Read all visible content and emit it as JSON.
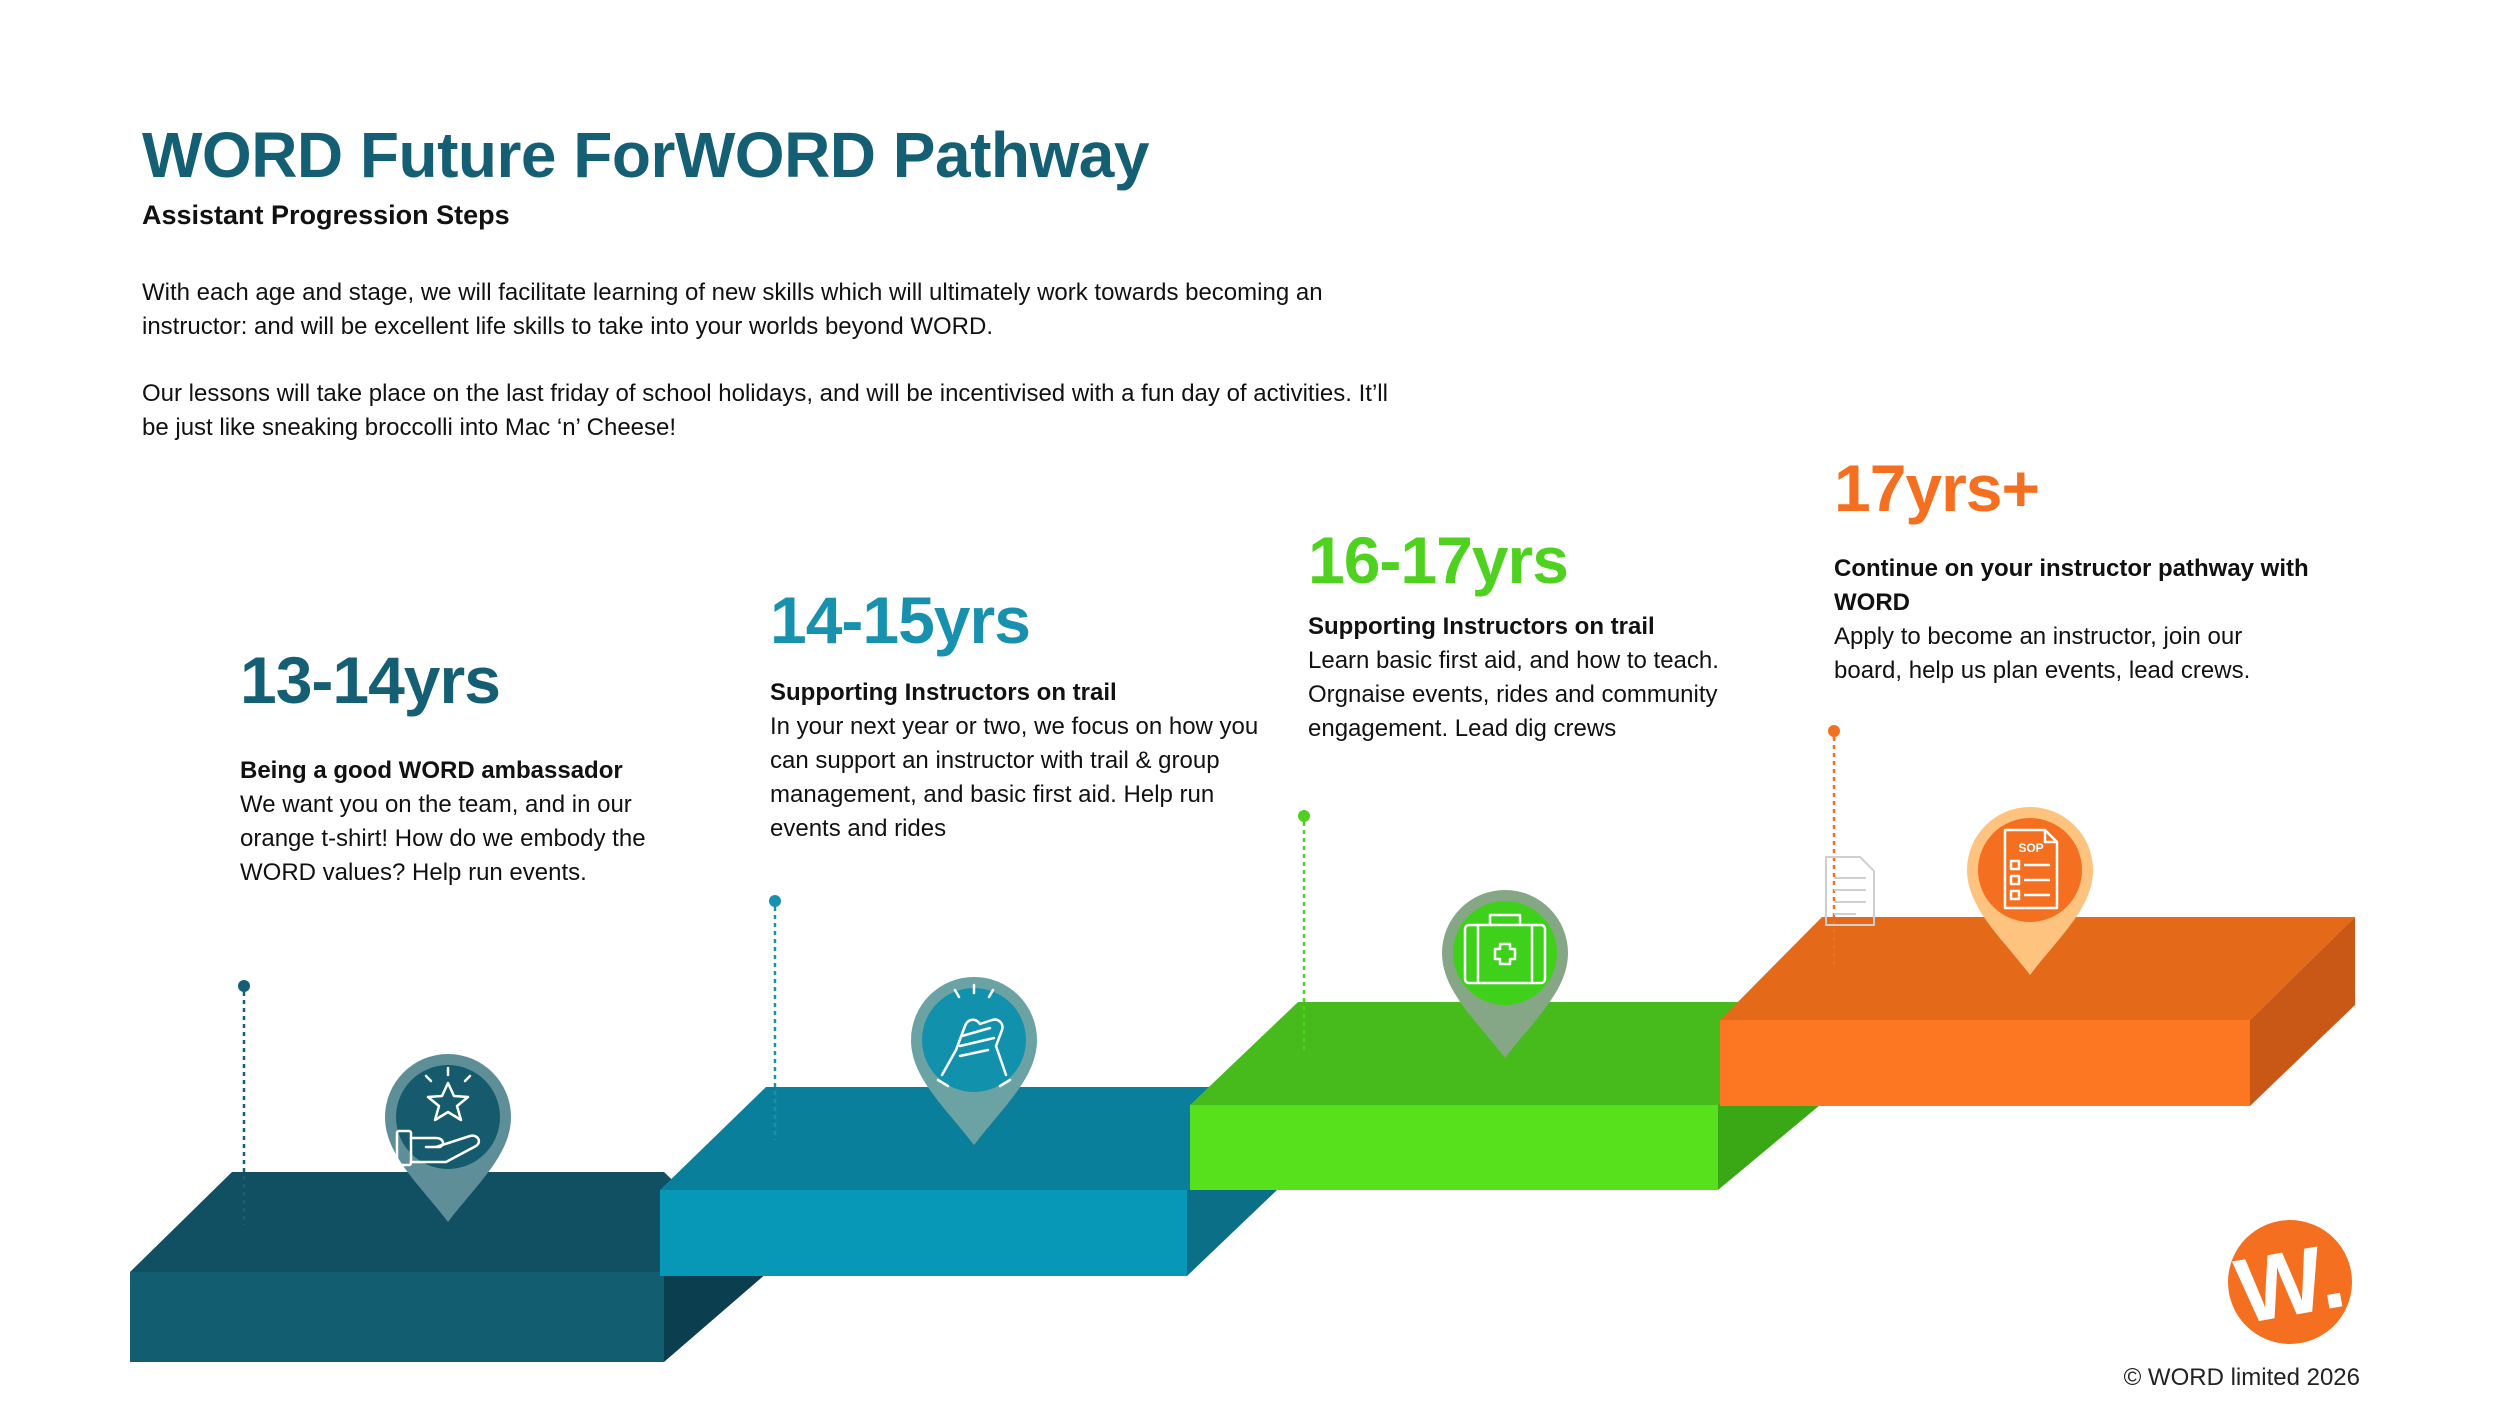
{
  "header": {
    "title": "WORD Future ForWORD Pathway",
    "subtitle": "Assistant Progression Steps",
    "intro_1": "With each age and stage, we will facilitate learning of new skills which will ultimately work towards becoming an instructor: and will be excellent life skills to take into your worlds beyond WORD.",
    "intro_2": "Our lessons will take place on the last friday of school holidays, and will be incentivised with a fun day of activities. It’ll be just like sneaking broccolli into Mac ‘n’ Cheese!"
  },
  "steps": [
    {
      "age": "13-14yrs",
      "heading": "Being a good WORD ambassador",
      "body": "We want you on the team, and in our orange t-shirt! How do we embody the WORD values? Help run events.",
      "color": "#145f73",
      "icon": "hand-star-icon"
    },
    {
      "age": "14-15yrs",
      "heading": "Supporting Instructors on trail",
      "body": "In your next year or two, we focus on how you can support an instructor with trail & group management, and basic first aid. Help run events and rides",
      "color": "#1791ae",
      "icon": "handshake-icon"
    },
    {
      "age": "16-17yrs",
      "heading": "Supporting Instructors on trail",
      "body": "Learn basic first aid, and how to teach. Orgnaise events, rides and community engagement. Lead dig crews",
      "color": "#4fd21f",
      "icon": "first-aid-kit-icon"
    },
    {
      "age": "17yrs+",
      "heading": "Continue on your instructor pathway with WORD",
      "body": "Apply to become an instructor, join our board, help us plan events, lead crews.",
      "color": "#f46f1f",
      "icon": "sop-document-icon"
    }
  ],
  "sop_label": "SOP",
  "logo": {
    "text": "W.",
    "color": "#f46f1f"
  },
  "footer": {
    "copyright": "© WORD limited 2026"
  }
}
